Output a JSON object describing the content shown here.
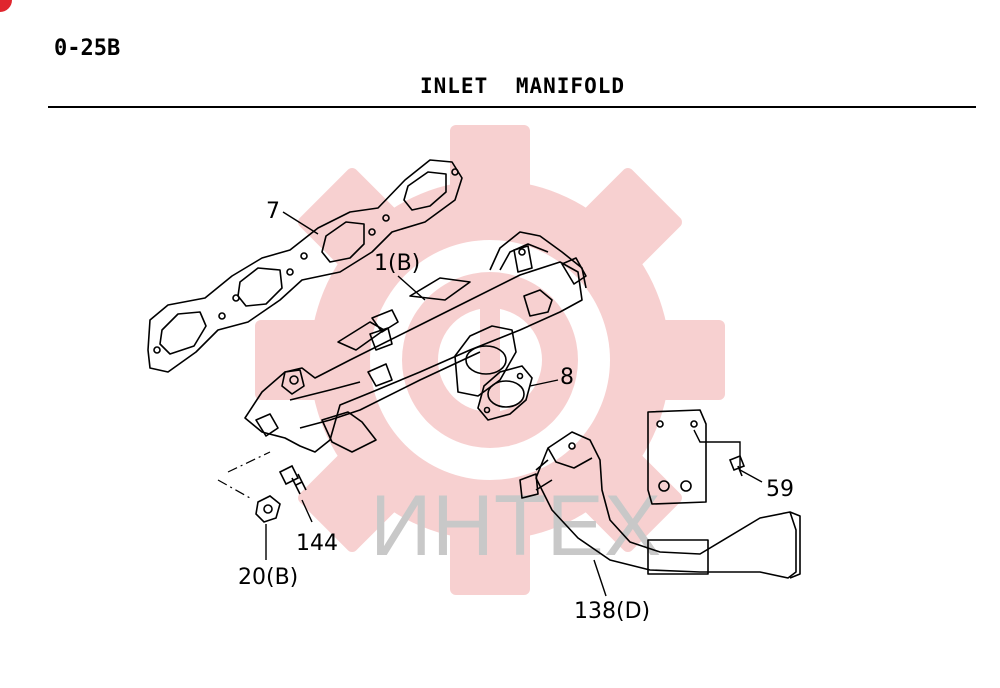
{
  "header": {
    "page_code": "0-25B",
    "title": "INLET  MANIFOLD"
  },
  "watermark": {
    "text": "ИНТЕХ",
    "gear_color": "#f6c8c8",
    "text_color": "#c8c8c8"
  },
  "badge": {
    "color": "#e0262e"
  },
  "callouts": {
    "gasket_manifold": "7",
    "manifold": "1(B)",
    "gasket_flange": "8",
    "bolt": "59",
    "stud": "144",
    "nut": "20(B)",
    "pipe": "138(D)"
  },
  "colors": {
    "line": "#000000"
  }
}
